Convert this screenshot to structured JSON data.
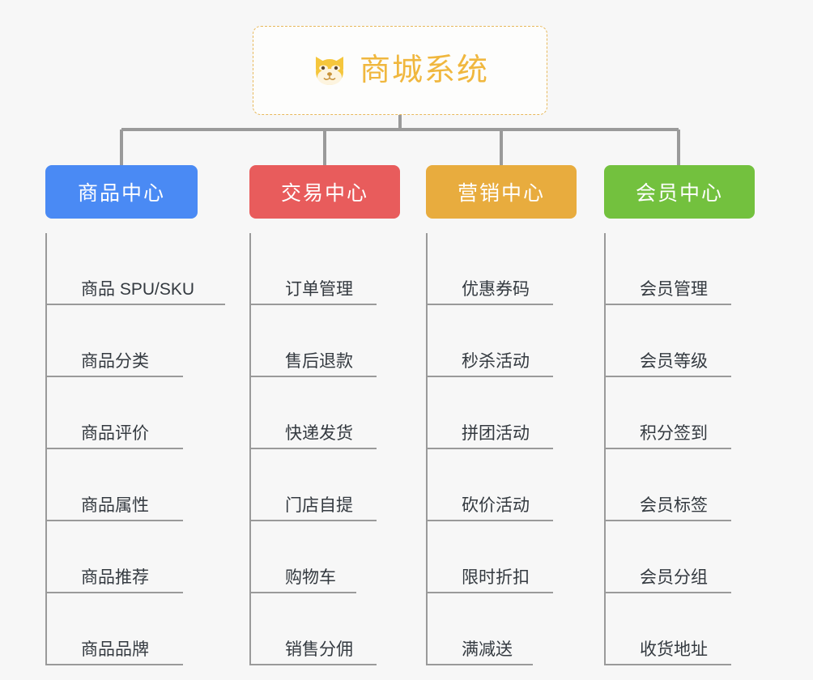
{
  "root": {
    "icon": "dog-face-icon",
    "title": "商城系统",
    "accent_color": "#f0b73e",
    "border_color": "#e8b95c"
  },
  "columns": [
    {
      "id": "product-center",
      "label": "商品中心",
      "color": "#4a8af4",
      "items": [
        {
          "label": "商品 SPU/SKU"
        },
        {
          "label": "商品分类"
        },
        {
          "label": "商品评价"
        },
        {
          "label": "商品属性"
        },
        {
          "label": "商品推荐"
        },
        {
          "label": "商品品牌"
        }
      ]
    },
    {
      "id": "trade-center",
      "label": "交易中心",
      "color": "#e85c5c",
      "items": [
        {
          "label": "订单管理"
        },
        {
          "label": "售后退款"
        },
        {
          "label": "快递发货"
        },
        {
          "label": "门店自提"
        },
        {
          "label": "购物车"
        },
        {
          "label": "销售分佣"
        }
      ]
    },
    {
      "id": "marketing-center",
      "label": "营销中心",
      "color": "#e8ac3e",
      "items": [
        {
          "label": "优惠券码"
        },
        {
          "label": "秒杀活动"
        },
        {
          "label": "拼团活动"
        },
        {
          "label": "砍价活动"
        },
        {
          "label": "限时折扣"
        },
        {
          "label": "满减送"
        }
      ]
    },
    {
      "id": "member-center",
      "label": "会员中心",
      "color": "#73c13e",
      "items": [
        {
          "label": "会员管理"
        },
        {
          "label": "会员等级"
        },
        {
          "label": "积分签到"
        },
        {
          "label": "会员标签"
        },
        {
          "label": "会员分组"
        },
        {
          "label": "收货地址"
        }
      ]
    }
  ],
  "theme": {
    "background": "#f7f7f7",
    "line_color": "#9a9a9a",
    "text_color": "#343a40"
  }
}
